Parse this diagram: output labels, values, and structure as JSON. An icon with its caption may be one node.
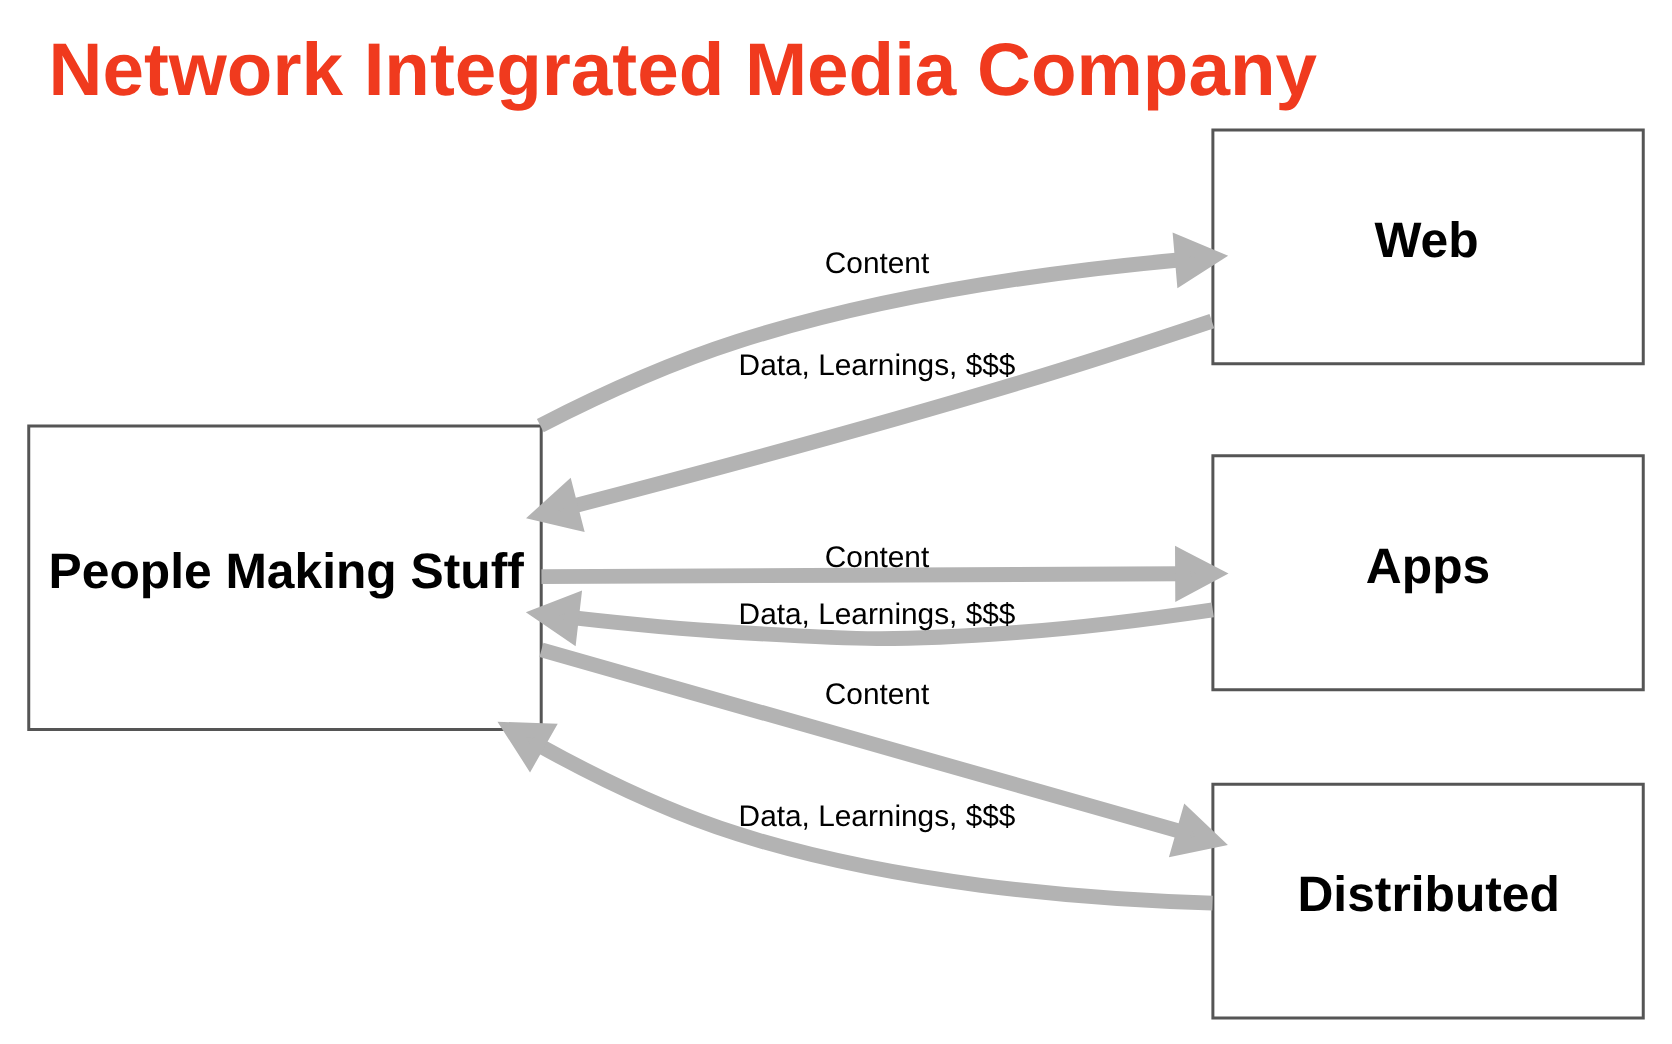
{
  "diagram": {
    "title": "Network Integrated Media Company",
    "nodes": [
      {
        "text": [
          "People Making Stuff"
        ]
      },
      {
        "text": [
          "Web"
        ]
      },
      {
        "text": [
          "Apps"
        ]
      },
      {
        "text": [
          "Distributed"
        ]
      }
    ],
    "edges": [
      {
        "from": 0,
        "to": 1,
        "arrow": "to",
        "label": "Content"
      },
      {
        "from": 1,
        "to": 0,
        "arrow": "to",
        "label": "Data, Learnings, $$$"
      },
      {
        "from": 0,
        "to": 2,
        "arrow": "to",
        "label": "Content"
      },
      {
        "from": 2,
        "to": 0,
        "arrow": "to",
        "label": "Data, Learnings, $$$"
      },
      {
        "from": 0,
        "to": 3,
        "arrow": "to",
        "label": "Content"
      },
      {
        "from": 3,
        "to": 0,
        "arrow": "to",
        "label": "Data, Learnings, $$$"
      }
    ]
  }
}
